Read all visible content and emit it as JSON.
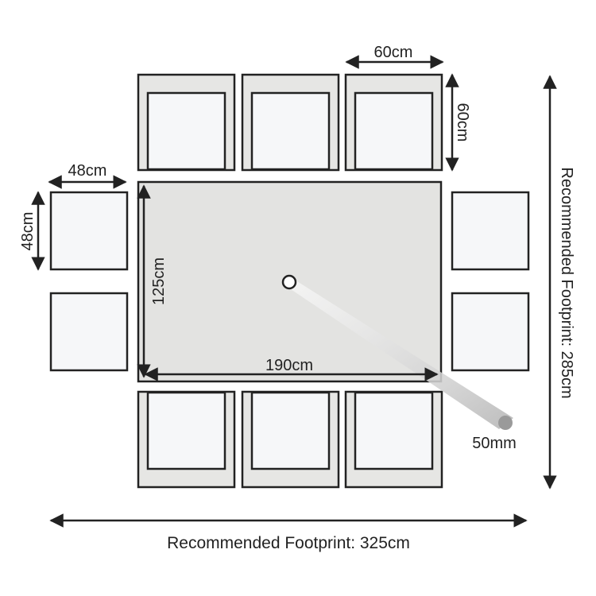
{
  "labels": {
    "chair_width": "60cm",
    "chair_depth": "60cm",
    "stool_width": "48cm",
    "stool_depth": "48cm",
    "table_depth": "125cm",
    "table_width": "190cm",
    "parasol_hole": "50mm",
    "footprint_depth": "Recommended Footprint: 285cm",
    "footprint_width": "Recommended Footprint: 325cm"
  },
  "colors": {
    "outline": "#222222",
    "table_fill": "#e3e3e1",
    "chair_fill": "#e6e6e4",
    "cushion_fill": "#f6f7f9",
    "stool_fill": "#f6f7f9",
    "beam": "#bdbdbd",
    "hole_fill": "#ffffff",
    "hole_end": "#9a9a9a"
  }
}
